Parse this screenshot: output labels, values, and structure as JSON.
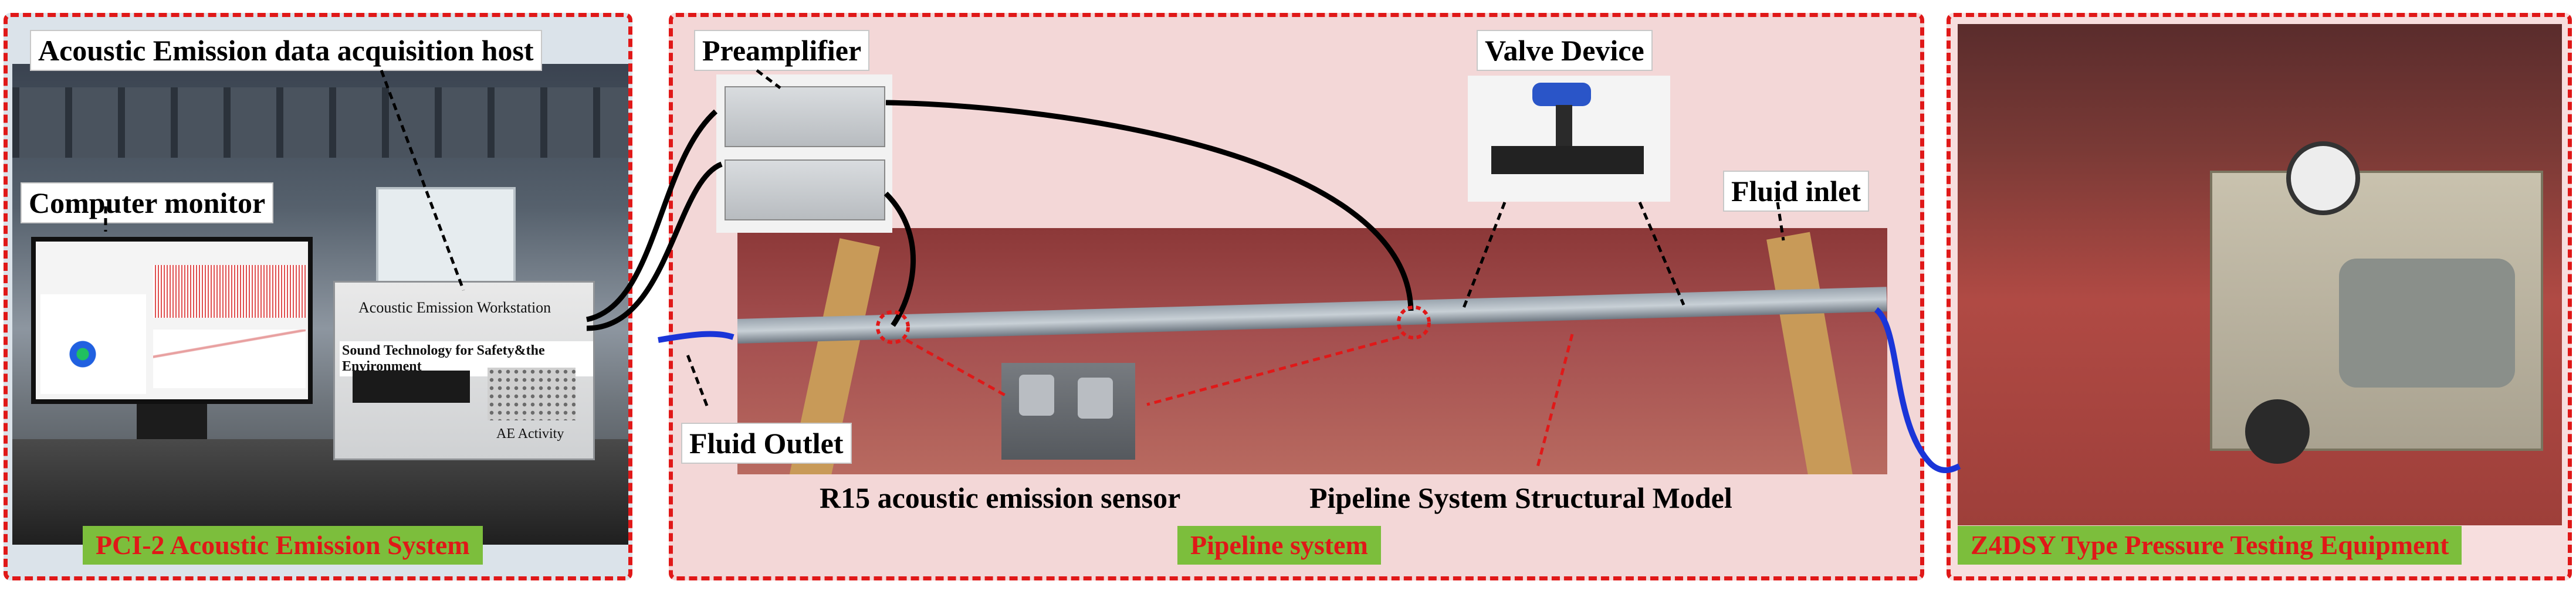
{
  "panels": {
    "left": {
      "title": "PCI-2 Acoustic Emission System",
      "labels": {
        "host": "Acoustic Emission data acquisition host",
        "monitor": "Computer monitor"
      },
      "device_text": {
        "workstation": "Acoustic Emission Workstation",
        "tagline": "Sound Technology for Safety&the Environment",
        "activity": "AE Activity"
      }
    },
    "middle": {
      "title": "Pipeline system",
      "labels": {
        "preamp": "Preamplifier",
        "valve": "Valve Device",
        "inlet": "Fluid inlet",
        "outlet": "Fluid Outlet",
        "sensor": "R15 acoustic emission sensor",
        "model": "Pipeline System Structural Model"
      }
    },
    "right": {
      "title": "Z4DSY Type Pressure Testing Equipment"
    }
  },
  "colors": {
    "frame": "#e01818",
    "title_bg": "#7cbe3c",
    "title_text": "#e01818",
    "hose": "#1a35d8",
    "cable": "#000000"
  }
}
